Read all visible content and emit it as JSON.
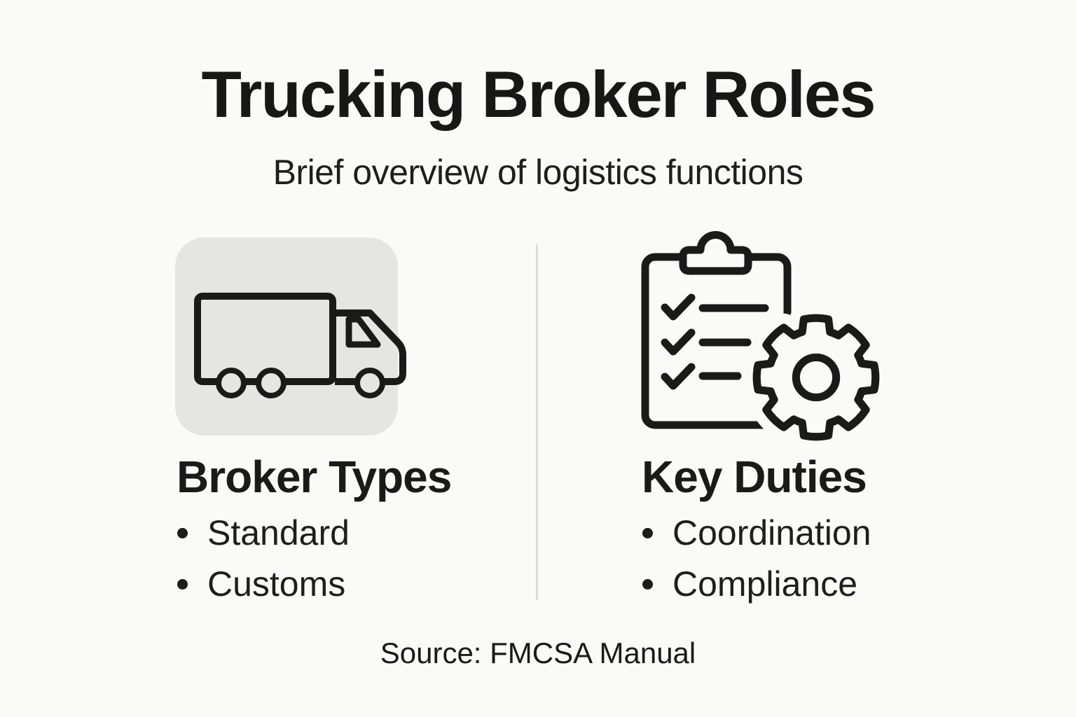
{
  "page": {
    "title": "Trucking Broker Roles",
    "subtitle": "Brief overview of logistics functions",
    "source": "Source: FMCSA Manual"
  },
  "columns": {
    "left": {
      "icon": "truck-icon",
      "heading": "Broker Types",
      "items": [
        "Standard",
        "Customs"
      ]
    },
    "right": {
      "icon": "clipboard-checklist-gear-icon",
      "heading": "Key Duties",
      "items": [
        "Coordination",
        "Compliance"
      ]
    }
  },
  "colors": {
    "background": "#fafaf8",
    "text": "#1c1c1c",
    "icon_stroke": "#1a1a1a",
    "icon_box_background": "#e5e5e3",
    "divider": "#dcdcdc"
  }
}
